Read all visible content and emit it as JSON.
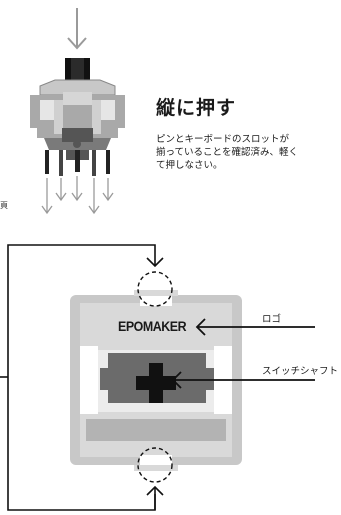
{
  "heading": "縦に押す",
  "description": "ピンとキーボードのスロットが\n揃っていることを確認済み、軽く\nて押しなさい。",
  "side_fragment": "頁",
  "labels": {
    "logo": "ロゴ",
    "switch_shaft": "スイッチシャフト"
  },
  "brand_logo": "EPOMAKER",
  "colors": {
    "housing_light": "#c8c8c8",
    "housing_mid": "#a9a9a9",
    "housing_dark": "#7a7a7a",
    "stem_black": "#111111",
    "arrow_gray": "#9a9a9a",
    "line_black": "#111111"
  }
}
